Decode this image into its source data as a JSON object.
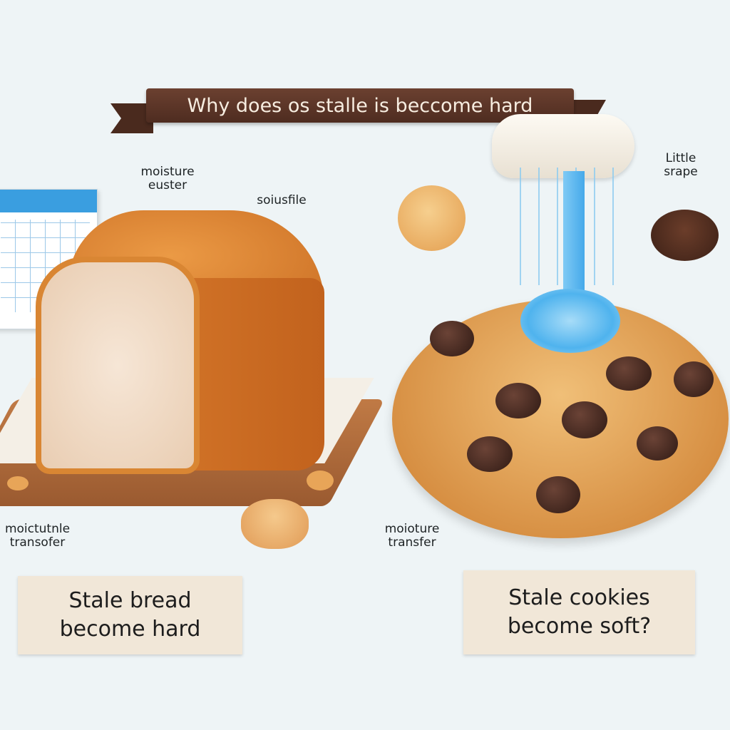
{
  "title": "Why does os stalle is beccome hard",
  "labels": {
    "moisture_euster": "moisture euster",
    "soiusfile": "soiusfile",
    "little_srape": "Little srape",
    "moictutnle_transofer": "moictutnle transofer",
    "moioture_transfer": "moioture transfer"
  },
  "notes": {
    "bread": "Stale bread become hard",
    "cookies": "Stale cookies become soft?"
  },
  "colors": {
    "banner": "#5a3526",
    "bread_crust": "#d9822f",
    "cookie": "#d99a50",
    "water": "#5ab8ef",
    "note": "#f1e7d8"
  }
}
